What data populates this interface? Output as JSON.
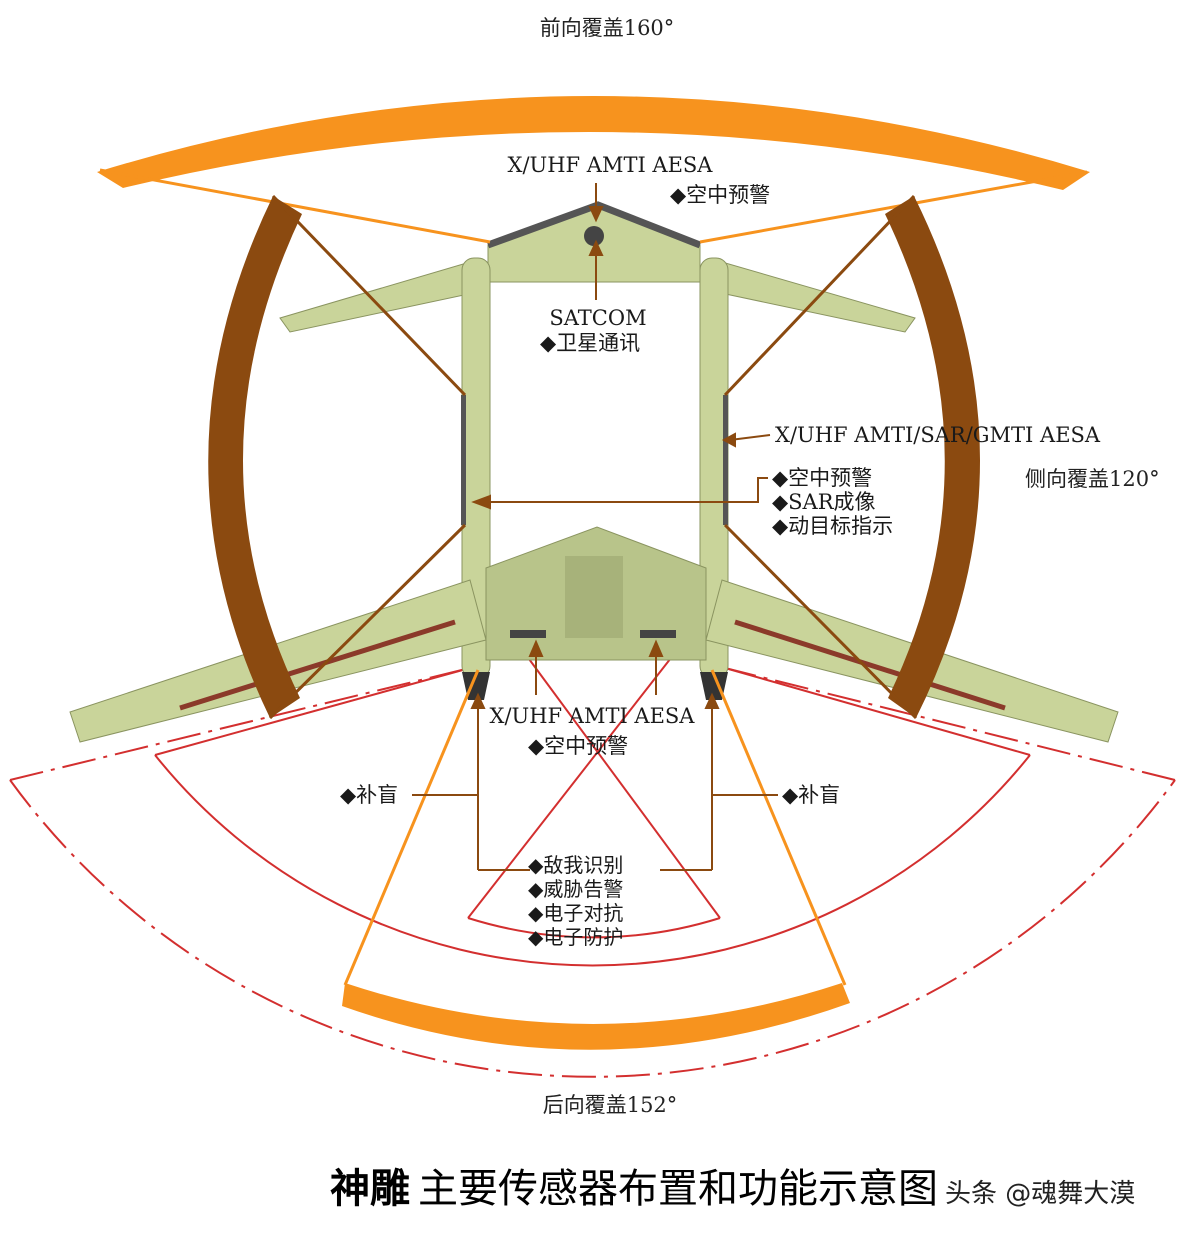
{
  "coverage": {
    "front": "前向覆盖160°",
    "side": "侧向覆盖120°",
    "rear": "后向覆盖152°"
  },
  "sensors": {
    "nose": {
      "name": "X/UHF AMTI AESA",
      "functions": [
        "◆空中预警"
      ]
    },
    "satcom": {
      "name": "SATCOM",
      "functions": [
        "◆卫星通讯"
      ]
    },
    "side": {
      "name": "X/UHF AMTI/SAR/GMTI AESA",
      "functions": [
        "◆空中预警",
        "◆SAR成像",
        "◆动目标指示"
      ]
    },
    "rear": {
      "name": "X/UHF AMTI AESA",
      "functions": [
        "◆空中预警"
      ]
    },
    "blind_left": "◆补盲",
    "blind_right": "◆补盲",
    "ew": {
      "functions": [
        "◆敌我识别",
        "◆威胁告警",
        "◆电子对抗",
        "◆电子防护"
      ]
    }
  },
  "caption": {
    "bold": "神雕",
    "rest": "主要传感器布置和功能示意图"
  },
  "watermark": "头条 @魂舞大漠",
  "colors": {
    "front_arc": "#f7931e",
    "side_arc": "#8b4a10",
    "airframe": "#c9d49a",
    "rear_zone": "#d32f2f"
  }
}
